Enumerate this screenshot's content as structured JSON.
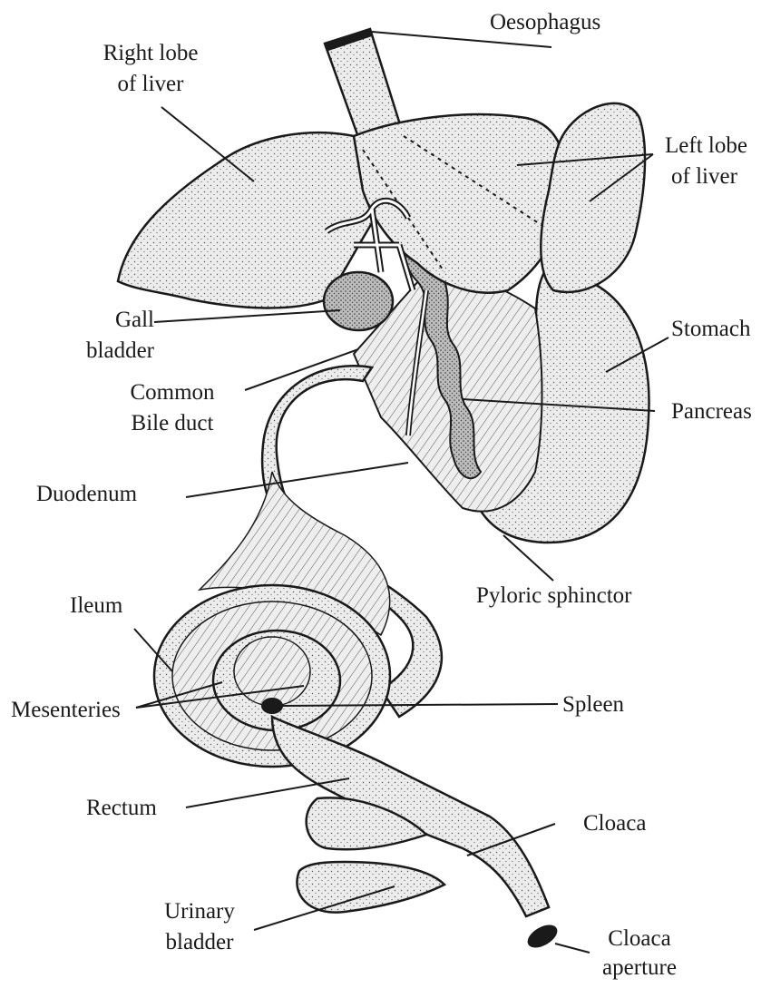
{
  "labels": {
    "oesophagus": "Oesophagus",
    "right_lobe_1": "Right lobe",
    "right_lobe_2": "of liver",
    "left_lobe_1": "Left lobe",
    "left_lobe_2": "of liver",
    "gall_1": "Gall",
    "gall_2": "bladder",
    "stomach": "Stomach",
    "common_1": "Common",
    "common_2": "Bile duct",
    "pancreas": "Pancreas",
    "duodenum": "Duodenum",
    "pyloric": "Pyloric sphinctor",
    "ileum": "Ileum",
    "mesenteries": "Mesenteries",
    "spleen": "Spleen",
    "rectum": "Rectum",
    "cloaca": "Cloaca",
    "urinary_1": "Urinary",
    "urinary_2": "bladder",
    "cloaca_ap_1": "Cloaca",
    "cloaca_ap_2": "aperture"
  },
  "colors": {
    "ink": "#1a1a1a",
    "organ_fill": "#e9e9e9",
    "pancreas_fill": "#b9b9b9",
    "gall_fill": "#8a8a8a",
    "background": "#ffffff"
  }
}
